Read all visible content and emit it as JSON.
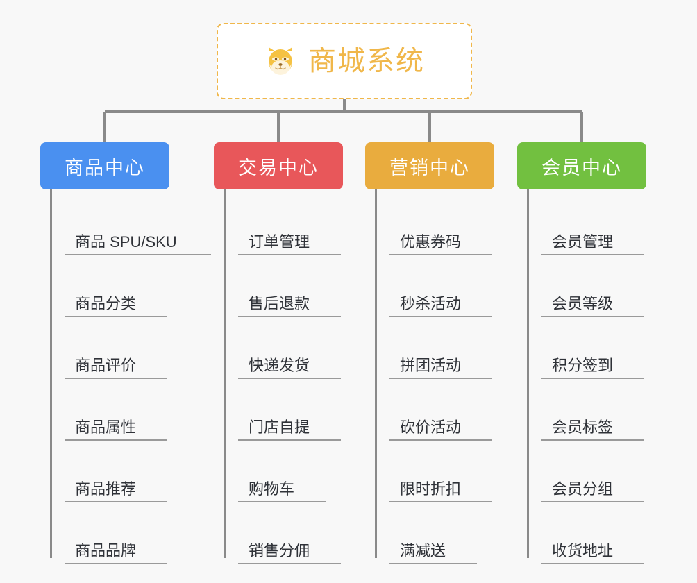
{
  "canvas": {
    "background": "#f8f8f8",
    "line_color": "#8a8a8a",
    "underline_color": "#9a9a9a"
  },
  "root": {
    "title": "商城系统",
    "icon": "shiba-dog-face-emoji",
    "text_color": "#f0b74a",
    "border_color": "#f0b74a",
    "background": "#ffffff"
  },
  "branches": [
    {
      "title": "商品中心",
      "color": "#4a90f0",
      "items": [
        "商品 SPU/SKU",
        "商品分类",
        "商品评价",
        "商品属性",
        "商品推荐",
        "商品品牌"
      ]
    },
    {
      "title": "交易中心",
      "color": "#e8575a",
      "items": [
        "订单管理",
        "售后退款",
        "快递发货",
        "门店自提",
        "购物车",
        "销售分佣"
      ]
    },
    {
      "title": "营销中心",
      "color": "#e9ac3e",
      "items": [
        "优惠券码",
        "秒杀活动",
        "拼团活动",
        "砍价活动",
        "限时折扣",
        "满减送"
      ]
    },
    {
      "title": "会员中心",
      "color": "#72c040",
      "items": [
        "会员管理",
        "会员等级",
        "积分签到",
        "会员标签",
        "会员分组",
        "收货地址"
      ]
    }
  ]
}
